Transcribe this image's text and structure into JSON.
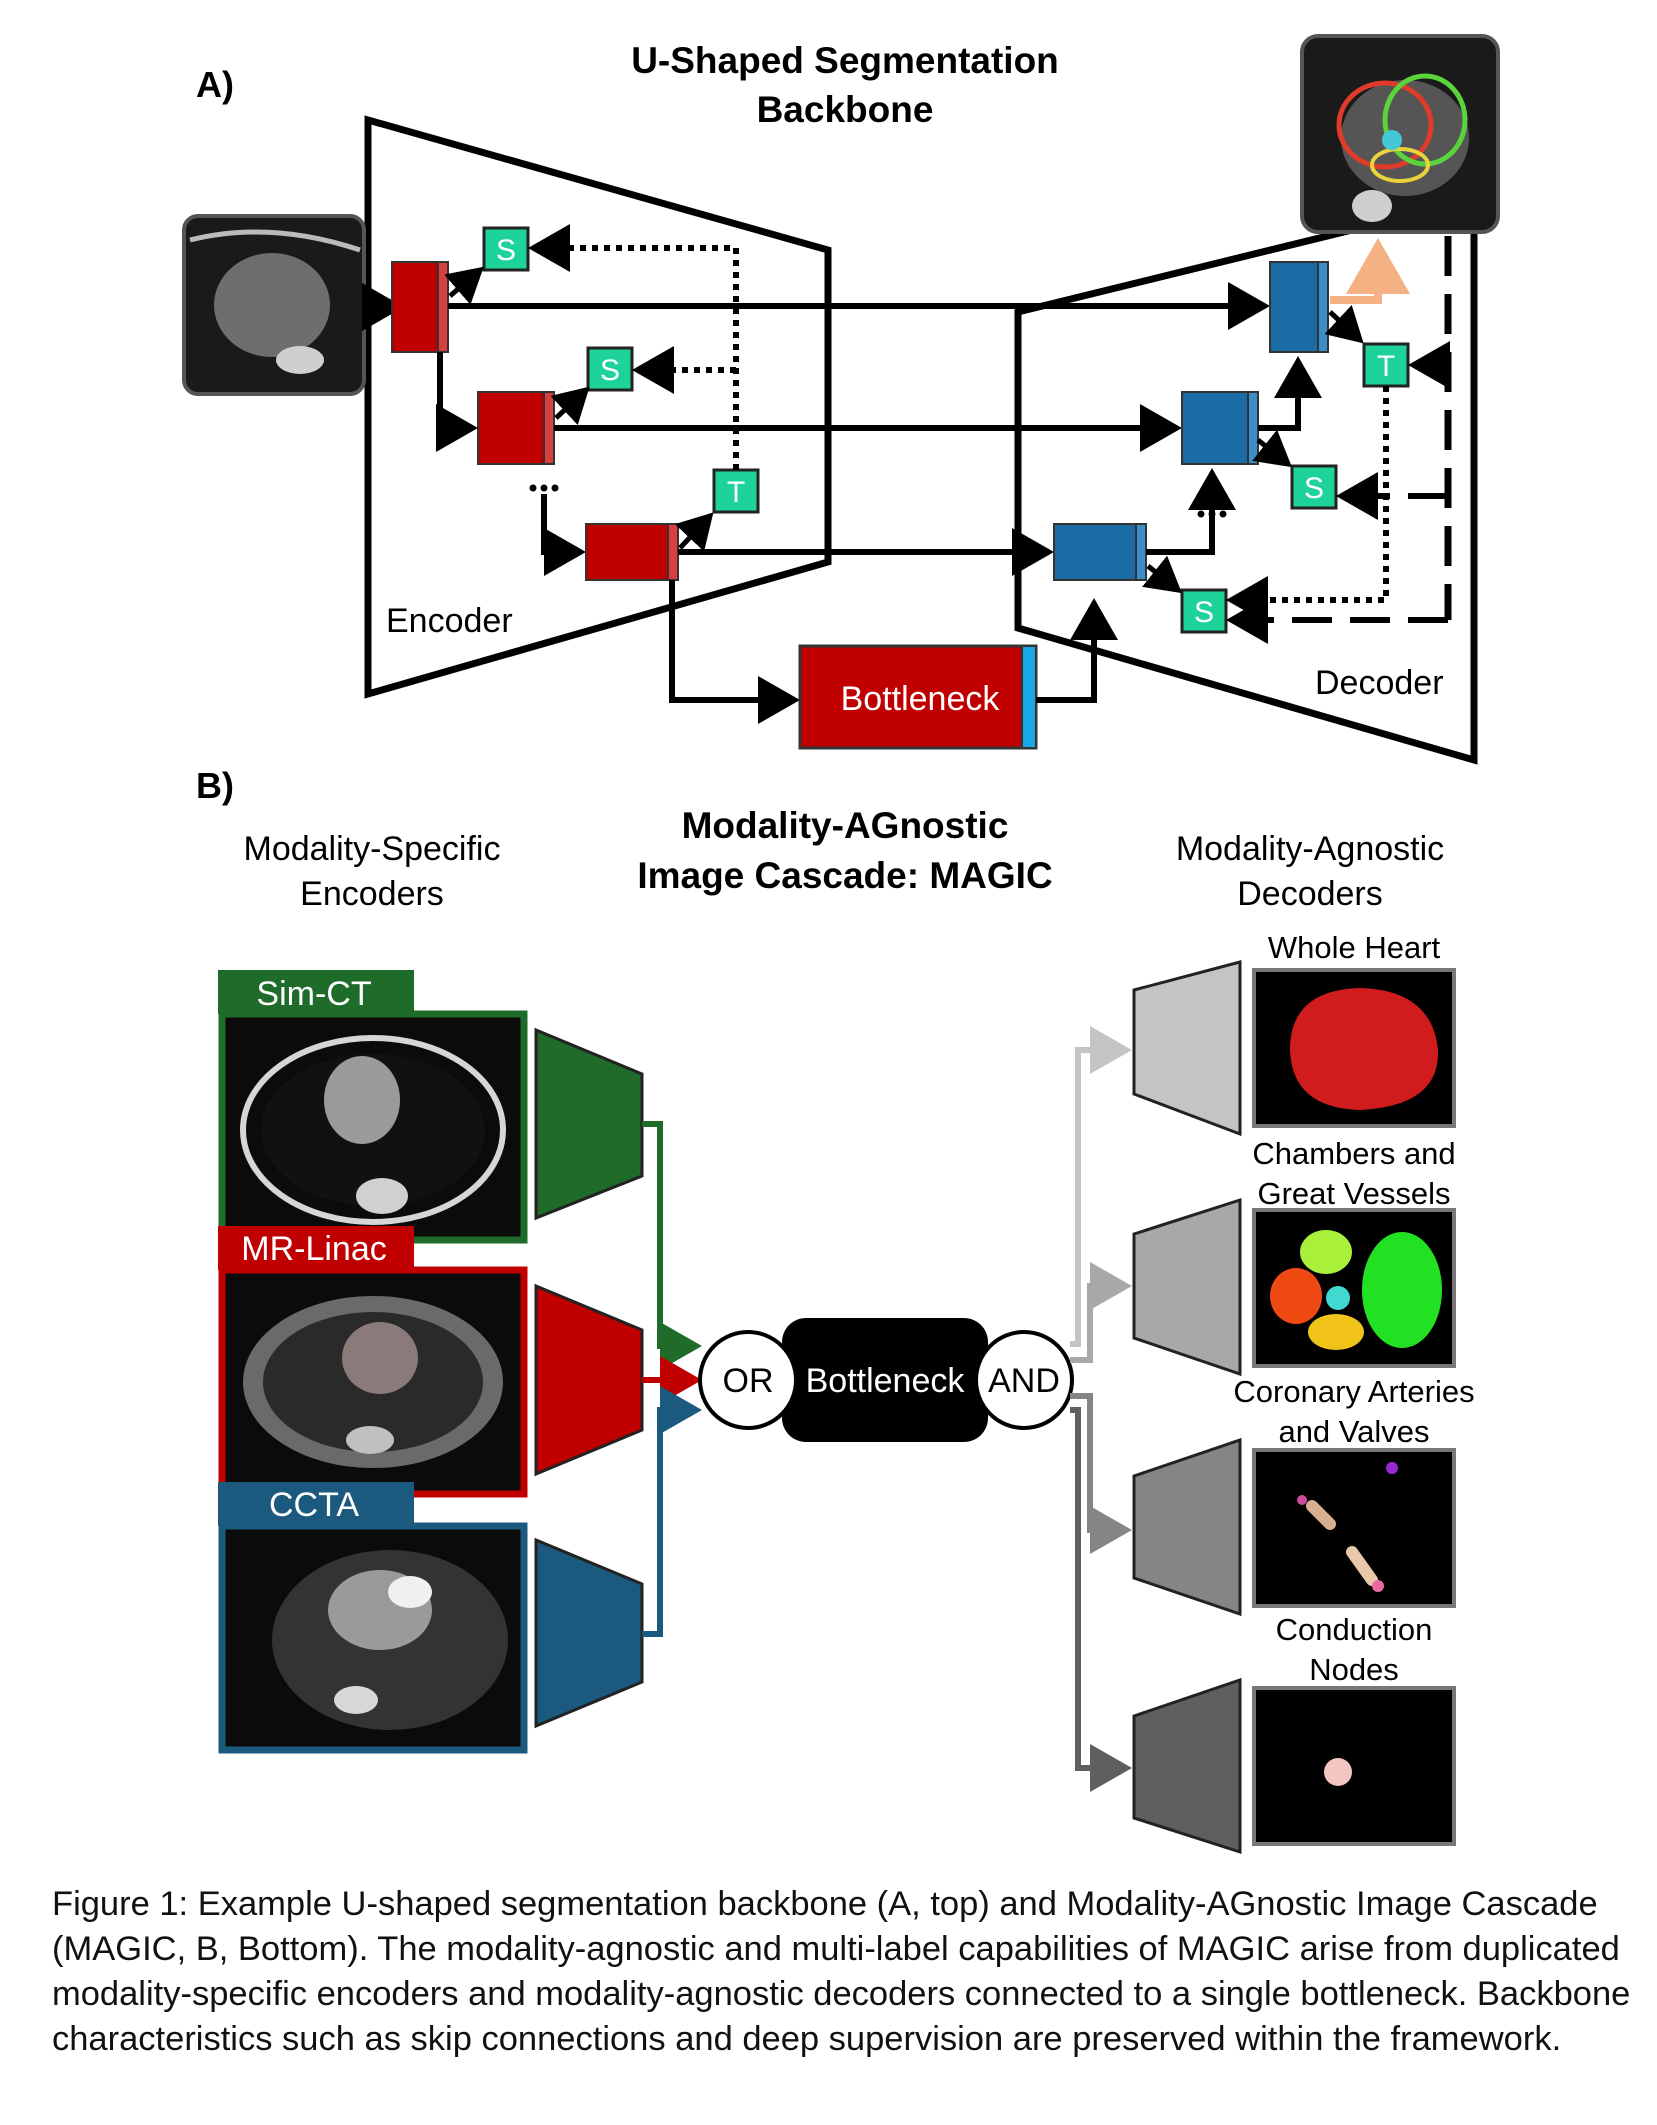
{
  "panel_a": {
    "label": "A)",
    "title_line1": "U-Shaped Segmentation",
    "title_line2": "Backbone",
    "encoder_label": "Encoder",
    "decoder_label": "Decoder",
    "bottleneck_label": "Bottleneck",
    "s_label": "S",
    "t_label": "T",
    "input_image": "axial CT slice of heart",
    "output_image": "CT slice with colored cardiac contours"
  },
  "panel_b": {
    "label": "B)",
    "title_line1": "Modality-AGnostic",
    "title_line2": "Image Cascade: MAGIC",
    "encoders_header_line1": "Modality-Specific",
    "encoders_header_line2": "Encoders",
    "decoders_header_line1": "Modality-Agnostic",
    "decoders_header_line2": "Decoders",
    "modalities": [
      {
        "name": "Sim-CT",
        "color": "#1f6b2a"
      },
      {
        "name": "MR-Linac",
        "color": "#c00000"
      },
      {
        "name": "CCTA",
        "color": "#1b5a7e"
      }
    ],
    "or_label": "OR",
    "bottleneck_label": "Bottleneck",
    "and_label": "AND",
    "decoders": [
      {
        "name_line1": "Whole Heart",
        "name_line2": "",
        "shade": "#c4c4c4"
      },
      {
        "name_line1": "Chambers and",
        "name_line2": "Great Vessels",
        "shade": "#a8a8a8"
      },
      {
        "name_line1": "Coronary Arteries",
        "name_line2": "and Valves",
        "shade": "#858585"
      },
      {
        "name_line1": "Conduction",
        "name_line2": "Nodes",
        "shade": "#5f5f5f"
      }
    ]
  },
  "caption": "Figure 1: Example U-shaped segmentation backbone (A, top) and Modality-AGnostic Image Cascade (MAGIC, B, Bottom). The modality-agnostic and multi-label capabilities of MAGIC arise from duplicated modality-specific encoders and modality-agnostic decoders connected to a single bottleneck. Backbone characteristics such as skip connections and deep supervision are preserved within the framework.",
  "colors": {
    "encoder_block": "#c00000",
    "decoder_block": "#1a6aa3",
    "supervision_box": "#1ed39a",
    "bottleneck_accent": "#1aa7e6",
    "output_arrow": "#f4b183"
  }
}
